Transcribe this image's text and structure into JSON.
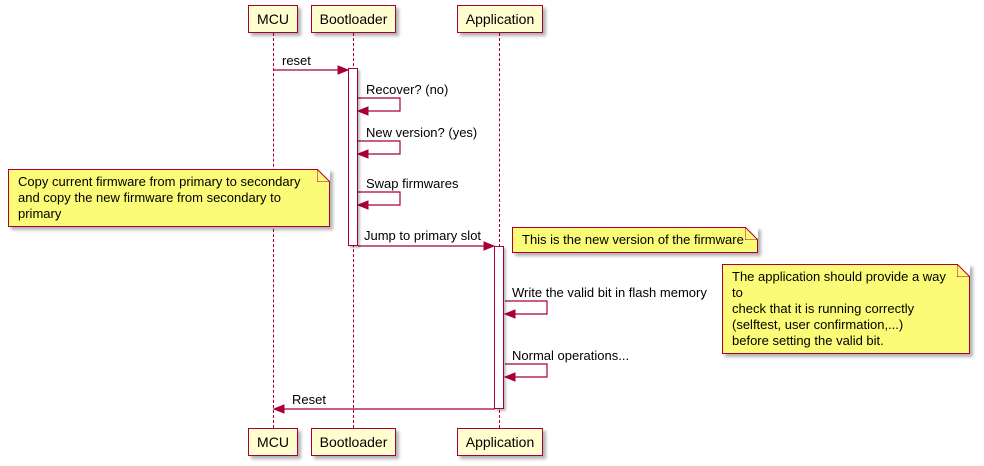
{
  "diagram": {
    "type": "sequence-diagram",
    "colors": {
      "accent": "#A80036",
      "participant_fill": "#FEFECE",
      "note_fill": "#FBFB77"
    },
    "participants": [
      {
        "id": "mcu",
        "label": "MCU"
      },
      {
        "id": "bootloader",
        "label": "Bootloader"
      },
      {
        "id": "application",
        "label": "Application"
      }
    ],
    "messages": [
      {
        "label": "reset",
        "from": "mcu",
        "to": "bootloader"
      },
      {
        "label": "Recover? (no)",
        "self": "bootloader"
      },
      {
        "label": "New version? (yes)",
        "self": "bootloader"
      },
      {
        "label": "Swap firmwares",
        "self": "bootloader"
      },
      {
        "label": "Jump to primary slot",
        "from": "bootloader",
        "to": "application"
      },
      {
        "label": "Write the valid bit in flash memory",
        "self": "application"
      },
      {
        "label": "Normal operations...",
        "self": "application"
      },
      {
        "label": "Reset",
        "from": "application",
        "to": "mcu"
      }
    ],
    "notes": [
      {
        "position": "left-of-bootloader",
        "lines": [
          "Copy current firmware from primary to secondary",
          "and copy the new firmware from secondary to primary"
        ]
      },
      {
        "position": "right-of-application",
        "lines": [
          "This is the new version of the firmware"
        ]
      },
      {
        "position": "right-of-application",
        "lines": [
          "The application should provide a way to",
          "check that it is running correctly",
          "(selftest, user confirmation,...)",
          "before setting the valid bit."
        ]
      }
    ]
  }
}
